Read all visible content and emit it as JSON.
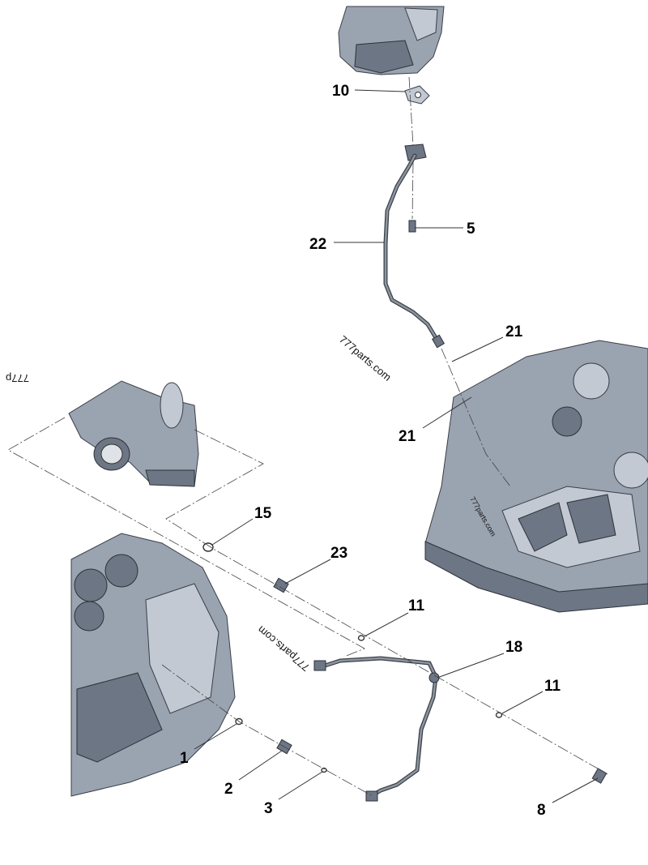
{
  "diagram": {
    "callouts": [
      {
        "id": "10",
        "label": "10"
      },
      {
        "id": "22",
        "label": "22"
      },
      {
        "id": "5",
        "label": "5"
      },
      {
        "id": "21a",
        "label": "21"
      },
      {
        "id": "21b",
        "label": "21"
      },
      {
        "id": "15",
        "label": "15"
      },
      {
        "id": "23",
        "label": "23"
      },
      {
        "id": "11a",
        "label": "11"
      },
      {
        "id": "18",
        "label": "18"
      },
      {
        "id": "11b",
        "label": "11"
      },
      {
        "id": "1",
        "label": "1"
      },
      {
        "id": "2",
        "label": "2"
      },
      {
        "id": "3",
        "label": "3"
      },
      {
        "id": "8",
        "label": "8"
      }
    ],
    "watermarks": [
      "777parts.com",
      "777parts.com",
      "777parts.com",
      "777p"
    ]
  }
}
